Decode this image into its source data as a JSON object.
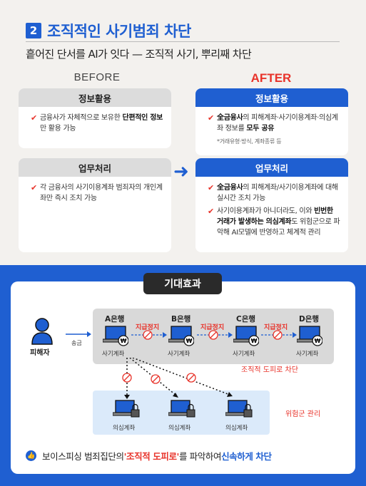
{
  "section": {
    "number": "2",
    "title": "조직적인 사기범죄 차단",
    "subtitle": "흩어진 단서를 AI가 잇다 — 조직적 사기, 뿌리째 차단"
  },
  "columns": {
    "before": "BEFORE",
    "after": "AFTER"
  },
  "before": {
    "info": {
      "head": "정보활용",
      "pre": "금융사가 자체적으로 보유한 ",
      "bold": "단편적인 정보",
      "post": "만 활용 가능"
    },
    "work": {
      "head": "업무처리",
      "text": "각 금융사의 사기이용계좌 범죄자의 개인계좌만 즉시 조치 가능"
    }
  },
  "after": {
    "info": {
      "head": "정보활용",
      "b1": "全금융사",
      "t1": "의 피해계좌·사기이용계좌·의심계좌 정보를 ",
      "b2": "모두 공유",
      "note": "*거래유형·방식, 계좌종류 등"
    },
    "work": {
      "head": "업무처리",
      "item1_bold": "全금융사",
      "item1_text": "의 피해계좌/사기이용계좌에 대해 실시간 조치 가능",
      "item2_pre": "사기이용계좌가 아니더라도, 이와 ",
      "item2_bold1": "빈번한 거래가 발생하는 의심계좌",
      "item2_mid": "도 위험군으로 파악해 AI모델에 반영하고 체계적 관리"
    }
  },
  "effect": {
    "title": "기대효과",
    "victim": "피해자",
    "send": "송금",
    "banks": [
      "A은행",
      "B은행",
      "C은행",
      "D은행"
    ],
    "account": "사기계좌",
    "stop": "지급정지",
    "org_cut": "조직적 도피로 차단",
    "suspicious": "의심계좌",
    "risk_mgmt": "위험군 관리",
    "summary_pre": "보이스피싱 범죄집단의 ",
    "summary_hl1": "'조직적 도피로'",
    "summary_mid": "를 파악하여 ",
    "summary_hl2": "신속하게 차단"
  },
  "colors": {
    "accent": "#1f5fd1",
    "alert": "#e8332a"
  }
}
